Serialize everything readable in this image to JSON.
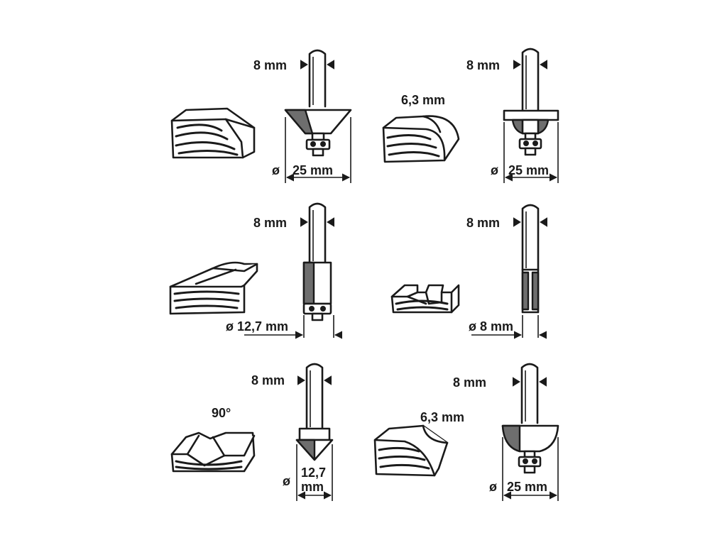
{
  "bits": [
    {
      "name": "chamfer-bit",
      "shank_label": "8 mm",
      "diameter_symbol": "ø",
      "diameter_label": "25 mm"
    },
    {
      "name": "roundover-bit",
      "shank_label": "8 mm",
      "profile_label": "6,3 mm",
      "diameter_symbol": "ø",
      "diameter_label": "25 mm"
    },
    {
      "name": "flush-trim-bit",
      "shank_label": "8 mm",
      "diameter_label": "ø 12,7 mm"
    },
    {
      "name": "straight-bit",
      "shank_label": "8 mm",
      "diameter_label": "ø 8 mm"
    },
    {
      "name": "v-groove-bit",
      "shank_label": "8 mm",
      "angle_label": "90°",
      "diameter_symbol": "ø",
      "diameter_label_line1": "12,7",
      "diameter_label_line2": "mm"
    },
    {
      "name": "cove-bit",
      "shank_label": "8 mm",
      "profile_label": "6,3 mm",
      "diameter_symbol": "ø",
      "diameter_label": "25 mm"
    }
  ],
  "colors": {
    "ink": "#1a1a1a",
    "shade": "#6e6e6e",
    "background": "#ffffff"
  }
}
